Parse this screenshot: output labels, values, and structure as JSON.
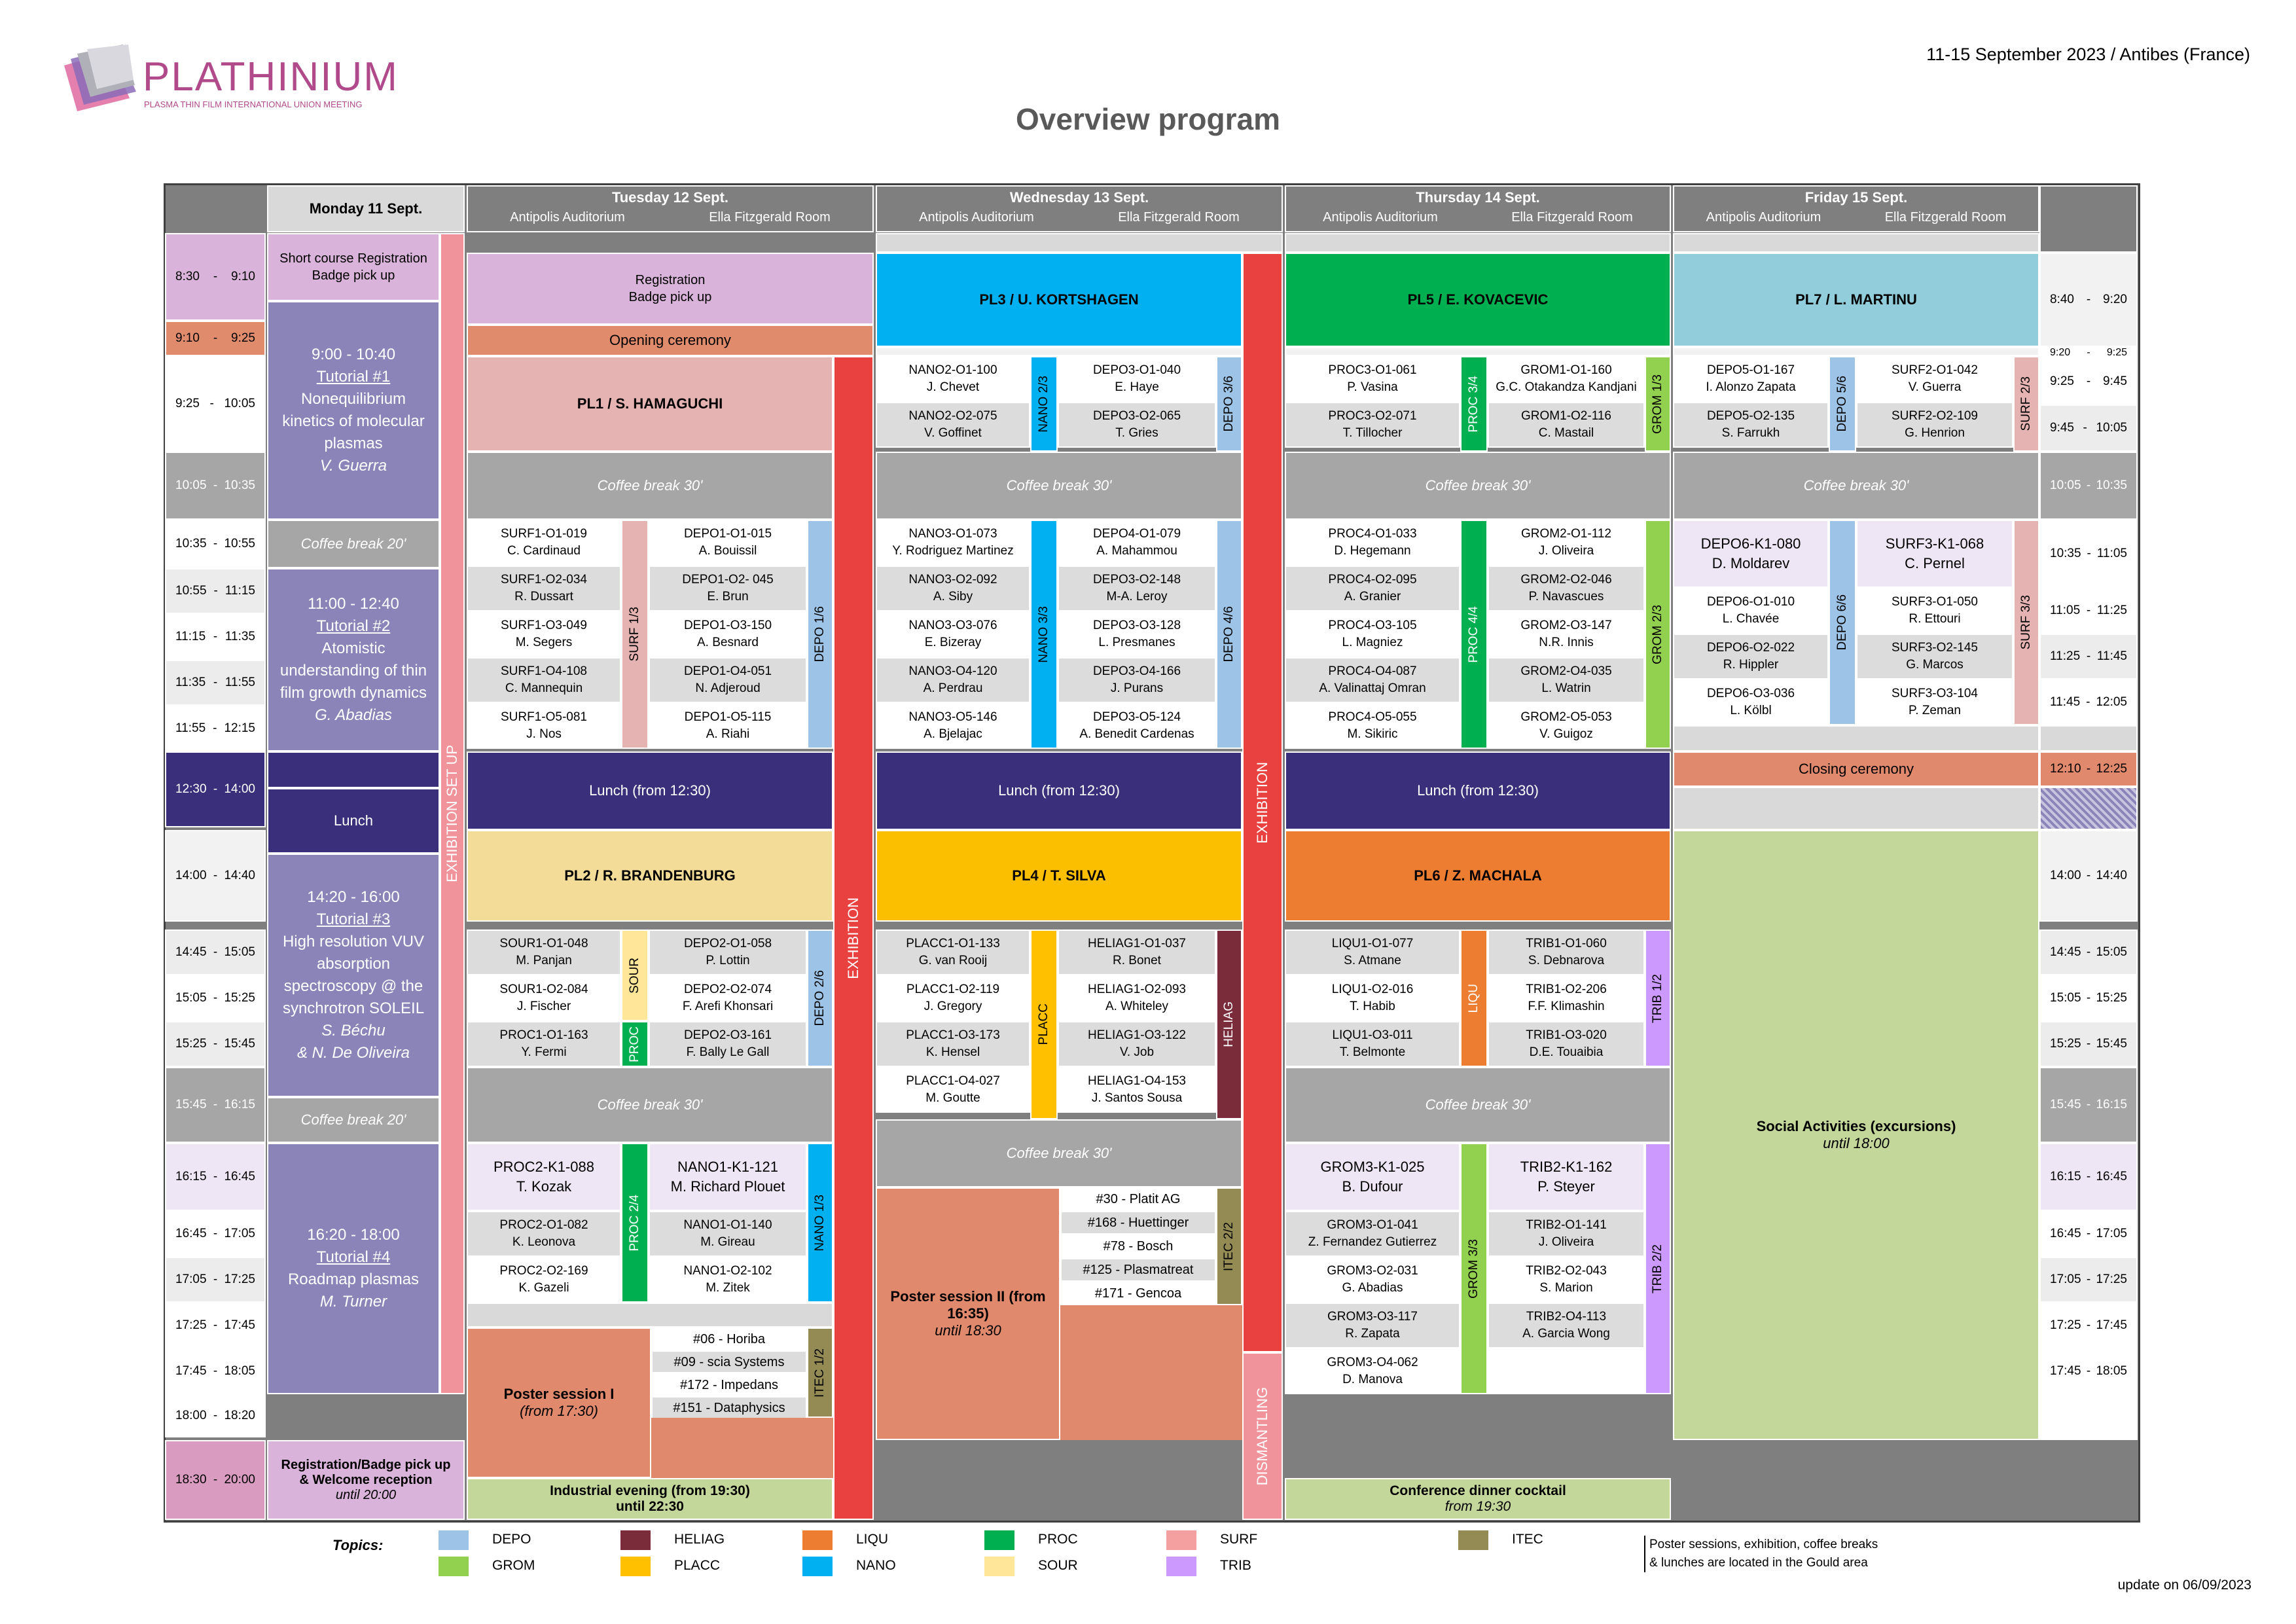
{
  "header": {
    "logo_name": "PLATHINIUM",
    "logo_tagline": "PLASMA THIN FILM INTERNATIONAL UNION MEETING",
    "dates_location": "11-15 September 2023 / Antibes (France)",
    "title": "Overview program"
  },
  "days": {
    "monday": "Monday 11 Sept.",
    "tuesday": "Tuesday 12 Sept.",
    "wednesday": "Wednesday 13 Sept.",
    "thursday": "Thursday 14 Sept.",
    "friday": "Friday 15 Sept.",
    "room_a": "Antipolis Auditorium",
    "room_b": "Ella Fitzgerald Room"
  },
  "times_left": {
    "t0830": [
      "8:30",
      "-",
      "9:10"
    ],
    "t0910": [
      "9:10",
      "-",
      "9:25"
    ],
    "t0925": [
      "9:25",
      "-",
      "10:05"
    ],
    "t1005": [
      "10:05",
      "-",
      "10:35"
    ],
    "t1035": [
      "10:35",
      "-",
      "10:55"
    ],
    "t1055": [
      "10:55",
      "-",
      "11:15"
    ],
    "t1115": [
      "11:15",
      "-",
      "11:35"
    ],
    "t1135": [
      "11:35",
      "-",
      "11:55"
    ],
    "t1155": [
      "11:55",
      "-",
      "12:15"
    ],
    "t1230": [
      "12:30",
      "-",
      "14:00"
    ],
    "t1400": [
      "14:00",
      "-",
      "14:40"
    ],
    "t1445": [
      "14:45",
      "-",
      "15:05"
    ],
    "t1505": [
      "15:05",
      "-",
      "15:25"
    ],
    "t1525": [
      "15:25",
      "-",
      "15:45"
    ],
    "t1545": [
      "15:45",
      "-",
      "16:15"
    ],
    "t1615": [
      "16:15",
      "-",
      "16:45"
    ],
    "t1645": [
      "16:45",
      "-",
      "17:05"
    ],
    "t1705": [
      "17:05",
      "-",
      "17:25"
    ],
    "t1725": [
      "17:25",
      "-",
      "17:45"
    ],
    "t1745": [
      "17:45",
      "-",
      "18:05"
    ],
    "t1800": [
      "18:00",
      "-",
      "18:20"
    ],
    "t1830": [
      "18:30",
      "-",
      "20:00"
    ]
  },
  "times_right": {
    "r0840": [
      "8:40",
      "-",
      "9:20"
    ],
    "r0920": [
      "9:20",
      "-",
      "9:25"
    ],
    "r0925": [
      "9:25",
      "-",
      "9:45"
    ],
    "r0945": [
      "9:45",
      "-",
      "10:05"
    ],
    "r1005": [
      "10:05",
      "-",
      "10:35"
    ],
    "r1035": [
      "10:35",
      "-",
      "11:05"
    ],
    "r1105": [
      "11:05",
      "-",
      "11:25"
    ],
    "r1125": [
      "11:25",
      "-",
      "11:45"
    ],
    "r1145": [
      "11:45",
      "-",
      "12:05"
    ],
    "r1210": [
      "12:10",
      "-",
      "12:25"
    ],
    "r1400": [
      "14:00",
      "-",
      "14:40"
    ],
    "r1445": [
      "14:45",
      "-",
      "15:05"
    ],
    "r1505": [
      "15:05",
      "-",
      "15:25"
    ],
    "r1525": [
      "15:25",
      "-",
      "15:45"
    ],
    "r1545": [
      "15:45",
      "-",
      "16:15"
    ],
    "r1615": [
      "16:15",
      "-",
      "16:45"
    ],
    "r1645": [
      "16:45",
      "-",
      "17:05"
    ],
    "r1705": [
      "17:05",
      "-",
      "17:25"
    ],
    "r1725": [
      "17:25",
      "-",
      "17:45"
    ],
    "r1745": [
      "17:45",
      "-",
      "18:05"
    ]
  },
  "monday": {
    "registration": [
      "Short course Registration",
      "Badge pick up"
    ],
    "tut1": [
      "9:00 - 10:40",
      "Tutorial #1",
      "Nonequilibrium kinetics of molecular plasmas",
      "V. Guerra"
    ],
    "coffee1": "Coffee break 20'",
    "tut2": [
      "11:00 - 12:40",
      "Tutorial #2",
      "Atomistic understanding of thin film growth dynamics",
      "G. Abadias"
    ],
    "lunch": "Lunch",
    "tut3": [
      "14:20 - 16:00",
      "Tutorial #3",
      "High resolution VUV absorption spectroscopy @ the synchrotron SOLEIL",
      "S. Béchu",
      "& N. De Oliveira"
    ],
    "coffee2": "Coffee break 20'",
    "tut4": [
      "16:20 - 18:00",
      "Tutorial #4",
      "Roadmap plasmas",
      "M. Turner"
    ],
    "welcome": [
      "Registration/Badge pick up",
      "& Welcome reception",
      "until 20:00"
    ],
    "exhibition_setup": "EXHIBITION SET UP"
  },
  "tuesday": {
    "registration": [
      "Registration",
      "Badge pick up"
    ],
    "opening": "Opening ceremony",
    "pl1": "PL1 / S. HAMAGUCHI",
    "coffee_am": "Coffee break 30'",
    "surf": [
      [
        "SURF1-O1-019",
        "C. Cardinaud"
      ],
      [
        "SURF1-O2-034",
        "R. Dussart"
      ],
      [
        "SURF1-O3-049",
        "M. Segers"
      ],
      [
        "SURF1-O4-108",
        "C. Mannequin"
      ],
      [
        "SURF1-O5-081",
        "J. Nos"
      ]
    ],
    "surf_tag": "SURF 1/3",
    "depo": [
      [
        "DEPO1-O1-015",
        "A. Bouissil"
      ],
      [
        "DEPO1-O2- 045",
        "E. Brun"
      ],
      [
        "DEPO1-O3-150",
        "A. Besnard"
      ],
      [
        "DEPO1-O4-051",
        "N. Adjeroud"
      ],
      [
        "DEPO1-O5-115",
        "A. Riahi"
      ]
    ],
    "depo_tag": "DEPO 1/6",
    "lunch": "Lunch (from 12:30)",
    "pl2": "PL2 / R. BRANDENBURG",
    "sour": [
      [
        "SOUR1-O1-048",
        "M. Panjan"
      ],
      [
        "SOUR1-O2-084",
        "J. Fischer"
      ],
      [
        "PROC1-O1-163",
        "Y. Fermi"
      ]
    ],
    "sour_tag": "SOUR",
    "proc_tag": "PROC",
    "depo2": [
      [
        "DEPO2-O1-058",
        "P. Lottin"
      ],
      [
        "DEPO2-O2-074",
        "F. Arefi Khonsari"
      ],
      [
        "DEPO2-O3-161",
        "F. Bally Le Gall"
      ]
    ],
    "depo2_tag": "DEPO 2/6",
    "coffee_pm": "Coffee break 30'",
    "proc2_k": [
      "PROC2-K1-088",
      "T. Kozak"
    ],
    "proc2": [
      [
        "PROC2-O1-082",
        "K. Leonova"
      ],
      [
        "PROC2-O2-169",
        "K. Gazeli"
      ]
    ],
    "proc2_tag": "PROC 2/4",
    "nano1_k": [
      "NANO1-K1-121",
      "M. Richard Plouet"
    ],
    "nano1": [
      [
        "NANO1-O1-140",
        "M. Gireau"
      ],
      [
        "NANO1-O2-102",
        "M. Zitek"
      ]
    ],
    "nano1_tag": "NANO 1/3",
    "poster": [
      "Poster session I",
      "(from 17:30)"
    ],
    "itec": [
      "#06 - Horiba",
      "#09 - scia Systems",
      "#172 - Impedans",
      "#151 - Dataphysics"
    ],
    "itec_tag": "ITEC 1/2",
    "industrial": [
      "Industrial evening (from 19:30)",
      "until 22:30"
    ],
    "exhibition": "EXHIBITION"
  },
  "wednesday": {
    "pl3": "PL3 / U. KORTSHAGEN",
    "nano2": [
      [
        "NANO2-O1-100",
        "J. Chevet"
      ],
      [
        "NANO2-O2-075",
        "V. Goffinet"
      ]
    ],
    "nano2_tag": "NANO 2/3",
    "depo3": [
      [
        "DEPO3-O1-040",
        "E. Haye"
      ],
      [
        "DEPO3-O2-065",
        "T. Gries"
      ]
    ],
    "depo3_tag": "DEPO 3/6",
    "coffee_am": "Coffee break 30'",
    "nano3": [
      [
        "NANO3-O1-073",
        "Y. Rodriguez Martinez"
      ],
      [
        "NANO3-O2-092",
        "A. Siby"
      ],
      [
        "NANO3-O3-076",
        "E. Bizeray"
      ],
      [
        "NANO3-O4-120",
        "A. Perdrau"
      ],
      [
        "NANO3-O5-146",
        "A. Bjelajac"
      ]
    ],
    "nano3_tag": "NANO 3/3",
    "depo4": [
      [
        "DEPO4-O1-079",
        "A. Mahammou"
      ],
      [
        "DEPO3-O2-148",
        "M-A. Leroy"
      ],
      [
        "DEPO3-O3-128",
        "L. Presmanes"
      ],
      [
        "DEPO3-O4-166",
        "J. Purans"
      ],
      [
        "DEPO3-O5-124",
        "A. Benedit Cardenas"
      ]
    ],
    "depo4_tag": "DEPO 4/6",
    "lunch": "Lunch (from 12:30)",
    "pl4": "PL4 / T. SILVA",
    "placc": [
      [
        "PLACC1-O1-133",
        "G. van Rooij"
      ],
      [
        "PLACC1-O2-119",
        "J. Gregory"
      ],
      [
        "PLACC1-O3-173",
        "K. Hensel"
      ],
      [
        "PLACC1-O4-027",
        "M. Goutte"
      ]
    ],
    "placc_tag": "PLACC",
    "heliag": [
      [
        "HELIAG1-O1-037",
        "R. Bonet"
      ],
      [
        "HELIAG1-O2-093",
        "A. Whiteley"
      ],
      [
        "HELIAG1-O3-122",
        "V. Job"
      ],
      [
        "HELIAG1-O4-153",
        "J. Santos Sousa"
      ]
    ],
    "heliag_tag": "HELIAG",
    "coffee_pm": "Coffee break 30'",
    "poster": [
      "Poster session II (from",
      "16:35)",
      "until 18:30"
    ],
    "itec": [
      "#30 - Platit AG",
      "#168 - Huettinger",
      "#78 - Bosch",
      "#125 - Plasmatreat",
      "#171 - Gencoa"
    ],
    "itec_tag": "ITEC 2/2",
    "exhibition": "EXHIBITION",
    "dismantling": "DISMANTLING"
  },
  "thursday": {
    "pl5": "PL5 / E. KOVACEVIC",
    "proc3": [
      [
        "PROC3-O1-061",
        "P. Vasina"
      ],
      [
        "PROC3-O2-071",
        "T. Tillocher"
      ]
    ],
    "proc3_tag": "PROC 3/4",
    "grom1": [
      [
        "GROM1-O1-160",
        "G.C. Otakandza Kandjani"
      ],
      [
        "GROM1-O2-116",
        "C. Mastail"
      ]
    ],
    "grom1_tag": "GROM 1/3",
    "coffee_am": "Coffee break 30'",
    "proc4": [
      [
        "PROC4-O1-033",
        "D. Hegemann"
      ],
      [
        "PROC4-O2-095",
        "A. Granier"
      ],
      [
        "PROC4-O3-105",
        "L. Magniez"
      ],
      [
        "PROC4-O4-087",
        "A. Valinattaj Omran"
      ],
      [
        "PROC4-O5-055",
        "M. Sikiric"
      ]
    ],
    "proc4_tag": "PROC 4/4",
    "grom2": [
      [
        "GROM2-O1-112",
        "J. Oliveira"
      ],
      [
        "GROM2-O2-046",
        "P. Navascues"
      ],
      [
        "GROM2-O3-147",
        "N.R. Innis"
      ],
      [
        "GROM2-O4-035",
        "L. Watrin"
      ],
      [
        "GROM2-O5-053",
        "V. Guigoz"
      ]
    ],
    "grom2_tag": "GROM 2/3",
    "lunch": "Lunch (from 12:30)",
    "pl6": "PL6 / Z. MACHALA",
    "liqu": [
      [
        "LIQU1-O1-077",
        "S. Atmane"
      ],
      [
        "LIQU1-O2-016",
        "T. Habib"
      ],
      [
        "LIQU1-O3-011",
        "T. Belmonte"
      ]
    ],
    "liqu_tag": "LIQU",
    "trib1": [
      [
        "TRIB1-O1-060",
        "S. Debnarova"
      ],
      [
        "TRIB1-O2-206",
        "F.F. Klimashin"
      ],
      [
        "TRIB1-O3-020",
        "D.E. Touaibia"
      ]
    ],
    "trib1_tag": "TRIB 1/2",
    "coffee_pm": "Coffee break 30'",
    "grom3_k": [
      "GROM3-K1-025",
      "B. Dufour"
    ],
    "grom3": [
      [
        "GROM3-O1-041",
        "Z. Fernandez Gutierrez"
      ],
      [
        "GROM3-O2-031",
        "G. Abadias"
      ],
      [
        "GROM3-O3-117",
        "R. Zapata"
      ],
      [
        "GROM3-O4-062",
        "D. Manova"
      ]
    ],
    "grom3_tag": "GROM 3/3",
    "trib2_k": [
      "TRIB2-K1-162",
      "P. Steyer"
    ],
    "trib2": [
      [
        "TRIB2-O1-141",
        "J. Oliveira"
      ],
      [
        "TRIB2-O2-043",
        "S. Marion"
      ],
      [
        "TRIB2-O4-113",
        "A. Garcia Wong"
      ]
    ],
    "trib2_tag": "TRIB 2/2",
    "dinner": [
      "Conference dinner cocktail",
      "from 19:30"
    ]
  },
  "friday": {
    "pl7": "PL7 / L. MARTINU",
    "depo5": [
      [
        "DEPO5-O1-167",
        "I. Alonzo Zapata"
      ],
      [
        "DEPO5-O2-135",
        "S. Farrukh"
      ]
    ],
    "depo5_tag": "DEPO 5/6",
    "surf2": [
      [
        "SURF2-O1-042",
        "V. Guerra"
      ],
      [
        "SURF2-O2-109",
        "G. Henrion"
      ]
    ],
    "surf2_tag": "SURF 2/3",
    "coffee_am": "Coffee break 30'",
    "depo6_k": [
      "DEPO6-K1-080",
      "D. Moldarev"
    ],
    "depo6": [
      [
        "DEPO6-O1-010",
        "L. Chavée"
      ],
      [
        "DEPO6-O2-022",
        "R. Hippler"
      ],
      [
        "DEPO6-O3-036",
        "L. Kölbl"
      ]
    ],
    "depo6_tag": "DEPO 6/6",
    "surf3_k": [
      "SURF3-K1-068",
      "C. Pernel"
    ],
    "surf3": [
      [
        "SURF3-O1-050",
        "R. Ettouri"
      ],
      [
        "SURF3-O2-145",
        "G. Marcos"
      ],
      [
        "SURF3-O3-104",
        "P. Zeman"
      ]
    ],
    "surf3_tag": "SURF 3/3",
    "closing": "Closing ceremony",
    "social": [
      "Social Activities (excursions)",
      "until 18:00"
    ]
  },
  "legend": {
    "label": "Topics:",
    "items": [
      {
        "name": "DEPO",
        "color": "#9dc3e6"
      },
      {
        "name": "GROM",
        "color": "#92d050"
      },
      {
        "name": "HELIAG",
        "color": "#7b2c3b"
      },
      {
        "name": "PLACC",
        "color": "#ffc000"
      },
      {
        "name": "LIQU",
        "color": "#ed7d31"
      },
      {
        "name": "NANO",
        "color": "#00b0f0"
      },
      {
        "name": "PROC",
        "color": "#00b050"
      },
      {
        "name": "SOUR",
        "color": "#ffe699"
      },
      {
        "name": "SURF",
        "color": "#f4a0a0"
      },
      {
        "name": "TRIB",
        "color": "#cc99ff"
      },
      {
        "name": "ITEC",
        "color": "#948a54"
      }
    ],
    "note": [
      "Poster sessions, exhibition, coffee breaks",
      "& lunches are located in the Gould area"
    ]
  },
  "footer": {
    "update": "update on 06/09/2023"
  }
}
